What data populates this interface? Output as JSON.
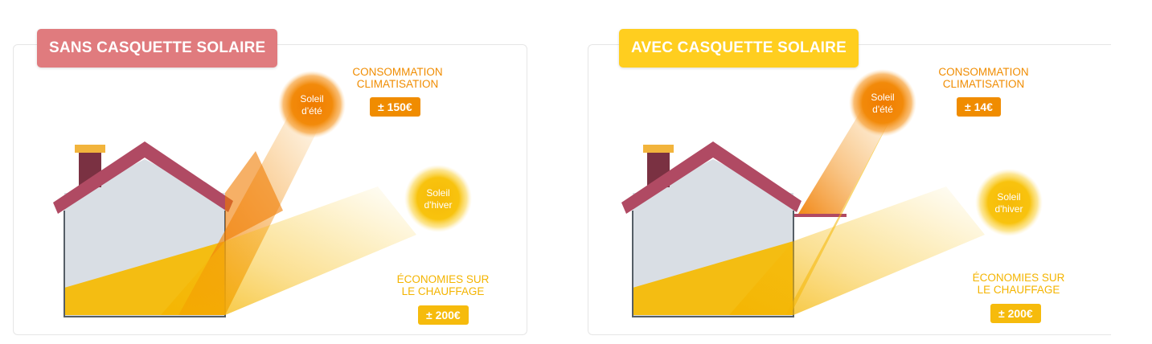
{
  "colors": {
    "roof": "#b04a63",
    "chimney_top": "#f2b43c",
    "chimney": "#7a3142",
    "wall": "#d9dee4",
    "floor_sun": "#f4bd12",
    "summer_sun": "#f07c00",
    "winter_sun": "#f8c40d",
    "badge_without": "#e07b7e",
    "badge_with": "#ffce1f"
  },
  "panels": [
    {
      "title": "SANS CASQUETTE SOLAIRE",
      "summer_sun_label": [
        "Soleil",
        "d'été"
      ],
      "winter_sun_label": [
        "Soleil",
        "d'hiver"
      ],
      "cooling_label": [
        "CONSOMMATION",
        "CLIMATISATION"
      ],
      "cooling_value": "± 150€",
      "heating_label": [
        "ÉCONOMIES SUR",
        "LE CHAUFFAGE"
      ],
      "heating_value": "± 200€"
    },
    {
      "title": "AVEC CASQUETTE SOLAIRE",
      "summer_sun_label": [
        "Soleil",
        "d'été"
      ],
      "winter_sun_label": [
        "Soleil",
        "d'hiver"
      ],
      "cooling_label": [
        "CONSOMMATION",
        "CLIMATISATION"
      ],
      "cooling_value": "± 14€",
      "heating_label": [
        "ÉCONOMIES SUR",
        "LE CHAUFFAGE"
      ],
      "heating_value": "± 200€"
    }
  ]
}
